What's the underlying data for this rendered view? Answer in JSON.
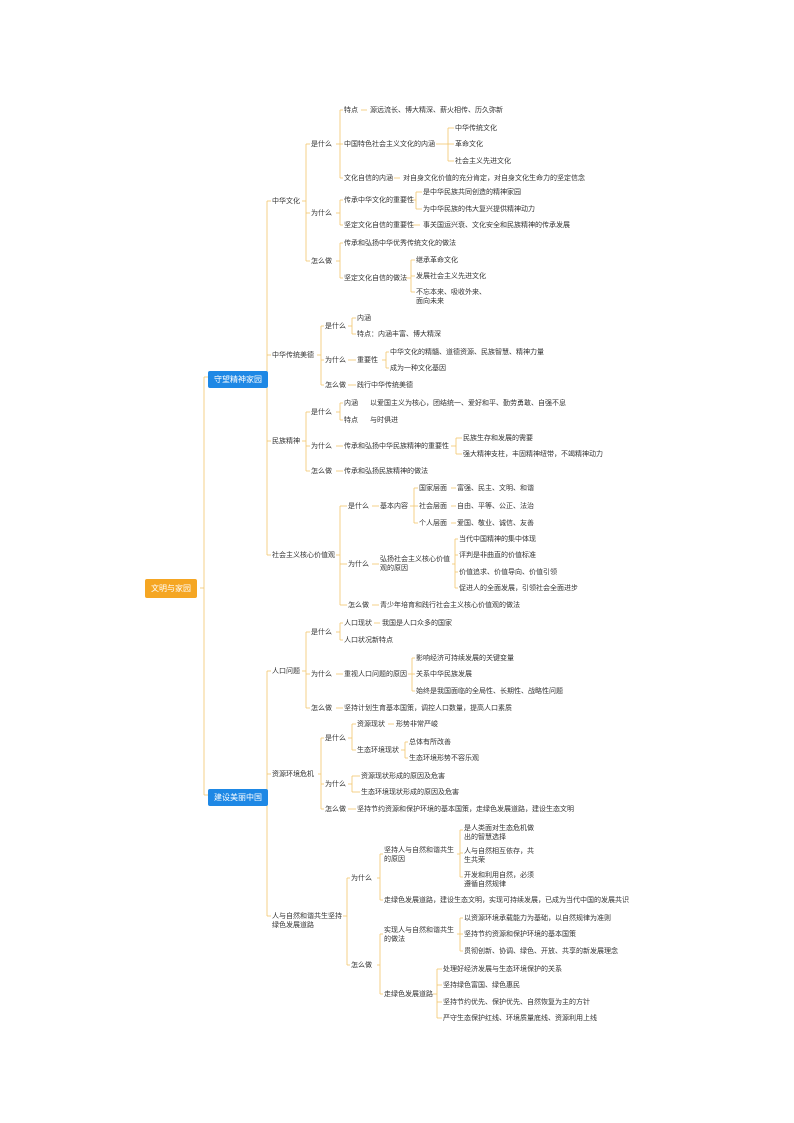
{
  "colors": {
    "root_bg": "#f5a623",
    "branch_bg": "#1e88e5",
    "line": "#f2c66d",
    "text": "#333333"
  },
  "root": "文明与家园",
  "b1": "守望精神家园",
  "b2": "建设美丽中国",
  "zhonghua": {
    "title": "中华文化",
    "shishenme": "是什么",
    "tedian": "特点",
    "tedian_v": "源远流长、博大精深、薪火相传、历久弥新",
    "neihan": "中国特色社会主义文化的内涵",
    "neihan_items": [
      "中华传统文化",
      "革命文化",
      "社会主义先进文化"
    ],
    "zixin": "文化自信的内涵",
    "zixin_v": "对自身文化价值的充分肯定，对自身文化生命力的坚定信念",
    "weishenme": "为什么",
    "chuancheng": "传承中华文化的重要性",
    "chuancheng_items": [
      "是中华民族共同创造的精神家园",
      "为中华民族的伟大复兴提供精神动力"
    ],
    "jianding": "坚定文化自信的重要性",
    "jianding_v": "事关国运兴衰、文化安全和民族精神的传承发展",
    "zenmezuo": "怎么做",
    "zuofa1": "传承和弘扬中华优秀传统文化的做法",
    "zuofa2": "坚定文化自信的做法",
    "zuofa2_items": [
      "继承革命文化",
      "发展社会主义先进文化",
      "不忘本来、吸收外来、面向未来"
    ]
  },
  "meide": {
    "title": "中华传统美德",
    "shishenme": "是什么",
    "neihan": "内涵",
    "tedian": "特点：内涵丰富、博大精深",
    "weishenme": "为什么",
    "zhongyao": "重要性",
    "zhongyao_items": [
      "中华文化的精髓、道德资源、民族智慧、精神力量",
      "成为一种文化基因"
    ],
    "zenmezuo": "怎么做",
    "zenmezuo_v": "践行中华传统美德"
  },
  "minzu": {
    "title": "民族精神",
    "shishenme": "是什么",
    "neihan": "内涵",
    "neihan_v": "以爱国主义为核心，团结统一、爱好和平、勤劳勇敢、自强不息",
    "tedian": "特点",
    "tedian_v": "与时俱进",
    "weishenme": "为什么",
    "zhongyao": "传承和弘扬中华民族精神的重要性",
    "zhongyao_items": [
      "民族生存和发展的需要",
      "强大精神支柱，丰固精神纽带，不竭精神动力"
    ],
    "zenmezuo": "怎么做",
    "zenmezuo_v": "传承和弘扬民族精神的做法"
  },
  "hexin": {
    "title": "社会主义核心价值观",
    "shishenme": "是什么",
    "neirong": "基本内容",
    "levels": [
      {
        "k": "国家层面",
        "v": "富强、民主、文明、和谐"
      },
      {
        "k": "社会层面",
        "v": "自由、平等、公正、法治"
      },
      {
        "k": "个人层面",
        "v": "爱国、敬业、诚信、友善"
      }
    ],
    "weishenme": "为什么",
    "yuanyin": "弘扬社会主义核心价值观的原因",
    "yuanyin_items": [
      "当代中国精神的集中体现",
      "评判是非曲直的价值标准",
      "价值追求、价值导向、价值引领",
      "促进人的全面发展，引领社会全面进步"
    ],
    "zenmezuo": "怎么做",
    "zenmezuo_v": "青少年培育和践行社会主义核心价值观的做法"
  },
  "renkou": {
    "title": "人口问题",
    "shishenme": "是什么",
    "xianzhuang": "人口现状",
    "xianzhuang_v": "我国是人口众多的国家",
    "xintedian": "人口状况新特点",
    "weishenme": "为什么",
    "yuanyin": "重视人口问题的原因",
    "yuanyin_items": [
      "影响经济可持续发展的关键变量",
      "关系中华民族发展",
      "始终是我国面临的全局性、长期性、战略性问题"
    ],
    "zenmezuo": "怎么做",
    "zenmezuo_v": "坚持计划生育基本国策，调控人口数量，提高人口素质"
  },
  "ziyuan": {
    "title": "资源环境危机",
    "shishenme": "是什么",
    "xianzhuang": "资源现状",
    "xianzhuang_v": "形势非常严峻",
    "shengtai": "生态环境现状",
    "shengtai_items": [
      "总体有所改善",
      "生态环境形势不容乐观"
    ],
    "weishenme": "为什么",
    "weishenme_items": [
      "资源现状形成的原因及危害",
      "生态环境现状形成的原因及危害"
    ],
    "zenmezuo": "怎么做",
    "zenmezuo_v": "坚持节约资源和保护环境的基本国策，走绿色发展道路，建设生态文明"
  },
  "hexie": {
    "title": "人与自然和谐共生坚持绿色发展道路",
    "weishenme": "为什么",
    "jianchi": "坚持人与自然和谐共生的原因",
    "jianchi_items": [
      "是人类面对生态危机做出的智慧选择",
      "人与自然相互依存，共生共荣",
      "开发和利用自然，必须遵循自然规律"
    ],
    "lvse": "走绿色发展道路，建设生态文明，实现可持续发展，已成为当代中国的发展共识",
    "zenmezuo": "怎么做",
    "shixian": "实现人与自然和谐共生的做法",
    "shixian_items": [
      "以资源环境承载能力为基础，以自然规律为准则",
      "坚持节约资源和保护环境的基本国策",
      "贯彻创新、协调、绿色、开放、共享的新发展理念"
    ],
    "daolu": "走绿色发展道路",
    "daolu_items": [
      "处理好经济发展与生态环境保护的关系",
      "坚持绿色富国、绿色惠民",
      "坚持节约优先、保护优先、自然恢复为主的方针",
      "严守生态保护红线、环境质量底线、资源利用上线"
    ]
  }
}
